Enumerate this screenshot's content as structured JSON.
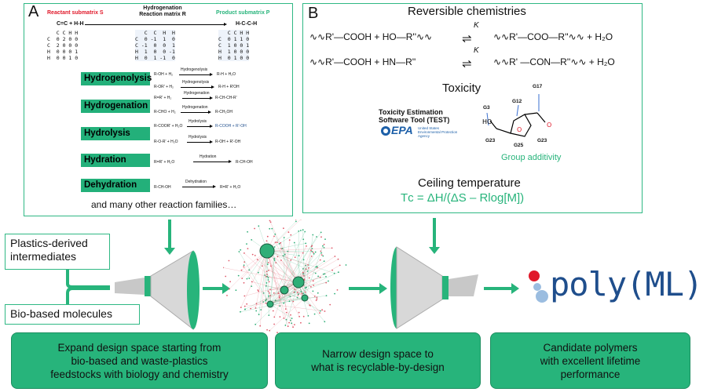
{
  "panel_a": {
    "letter": "A",
    "reactant_label": "Reactant submatrix S",
    "reaction_label": "Hydrogenation\nReaction matrix R",
    "product_label": "Product submatrix P",
    "reactant_formula": "C=C + H-H",
    "product_formula": "H-C-C-H",
    "matrix_s": "   C C H H\nC  0 2 0 0\nC  2 0 0 0\nH  0 0 0 1\nH  0 0 1 0",
    "matrix_r": "   C  C  H  H\nC  0 -1  1  0\nC -1  0  0  1\nH  1  0  0 -1\nH  0  1 -1  0",
    "matrix_p": "   C C H H\nC  0 1 1 0\nC  1 0 0 1\nH  1 0 0 0\nH  0 1 0 0",
    "reactions": [
      "Hydrogenolysis",
      "Hydrogenation",
      "Hydrolysis",
      "Hydration",
      "Dehydration"
    ],
    "schemes": [
      {
        "left": "R-OH + H₂",
        "label": "Hydrogenolysis",
        "right": "R-H + H₂O"
      },
      {
        "left": "R-OR' + H₂",
        "label": "Hydrogenolysis",
        "right": "R-H + R'OH"
      },
      {
        "left": "R=R' + H₂",
        "label": "Hydrogenation",
        "right": "R-CH-CH-R'"
      },
      {
        "left": "R-CHO + H₂",
        "label": "Hydrogenation",
        "right": "R-CH₂OH"
      },
      {
        "left": "R-COOR' + H₂O",
        "label": "Hydrolysis",
        "right": "R-COOH + R'-OH"
      },
      {
        "left": "R-O-R' + H₂O",
        "label": "Hydrolysis",
        "right": "R-OH + R'-OH"
      },
      {
        "left": "R=R' + H₂O",
        "label": "Hydration",
        "right": "R-CH-OH"
      },
      {
        "left": "R-CH-OH",
        "label": "Dehydration",
        "right": "R=R' + H₂O"
      }
    ],
    "footer": "and many other reaction families…"
  },
  "panel_b": {
    "letter": "B",
    "rev_title": "Reversible chemistries",
    "eq1_left": "∿∿R'—COOH   +   HO—R''∿∿",
    "eq1_k": "K",
    "eq1_right": "∿∿R'—COO—R''∿∿   +   H₂O",
    "eq2_left": "∿∿R'—COOH   +   HN—R''",
    "eq2_k": "K",
    "eq2_right": "∿∿R' —CON—R''∿∿   +   H₂O",
    "tox_title": "Toxicity",
    "test_label": "Toxicity Estimation\nSoftware Tool (TEST)",
    "epa_label": "EPA",
    "epa_sub": "United States\nEnvironmental Protection\nAgency",
    "groups": [
      "G17",
      "G3",
      "G12",
      "G23",
      "G25",
      "G23"
    ],
    "group_additivity": "Group additivity",
    "ceiling_title": "Ceiling temperature",
    "ceiling_eq": "Tᴄ = ΔH/(ΔS – Rlog[M])"
  },
  "inputs": {
    "plastics": "Plastics-derived\nintermediates",
    "bio": "Bio-based molecules"
  },
  "logo": {
    "text": "poly(ML)"
  },
  "steps": [
    "Expand design space starting from\nbio-based and waste-plastics\nfeedstocks with biology and chemistry",
    "Narrow  design space to\nwhat is recyclable-by-design",
    "Candidate polymers\nwith excellent lifetime\nperformance"
  ],
  "colors": {
    "accent": "#27b47b",
    "border": "#2fb884",
    "reactant": "#e0192a",
    "product": "#27b47b",
    "logo_text": "#1f4e8c",
    "logo_red": "#e0192a",
    "logo_blue": "#9bbde0",
    "network_red": "#e05a6a",
    "network_green": "#2fae77"
  }
}
